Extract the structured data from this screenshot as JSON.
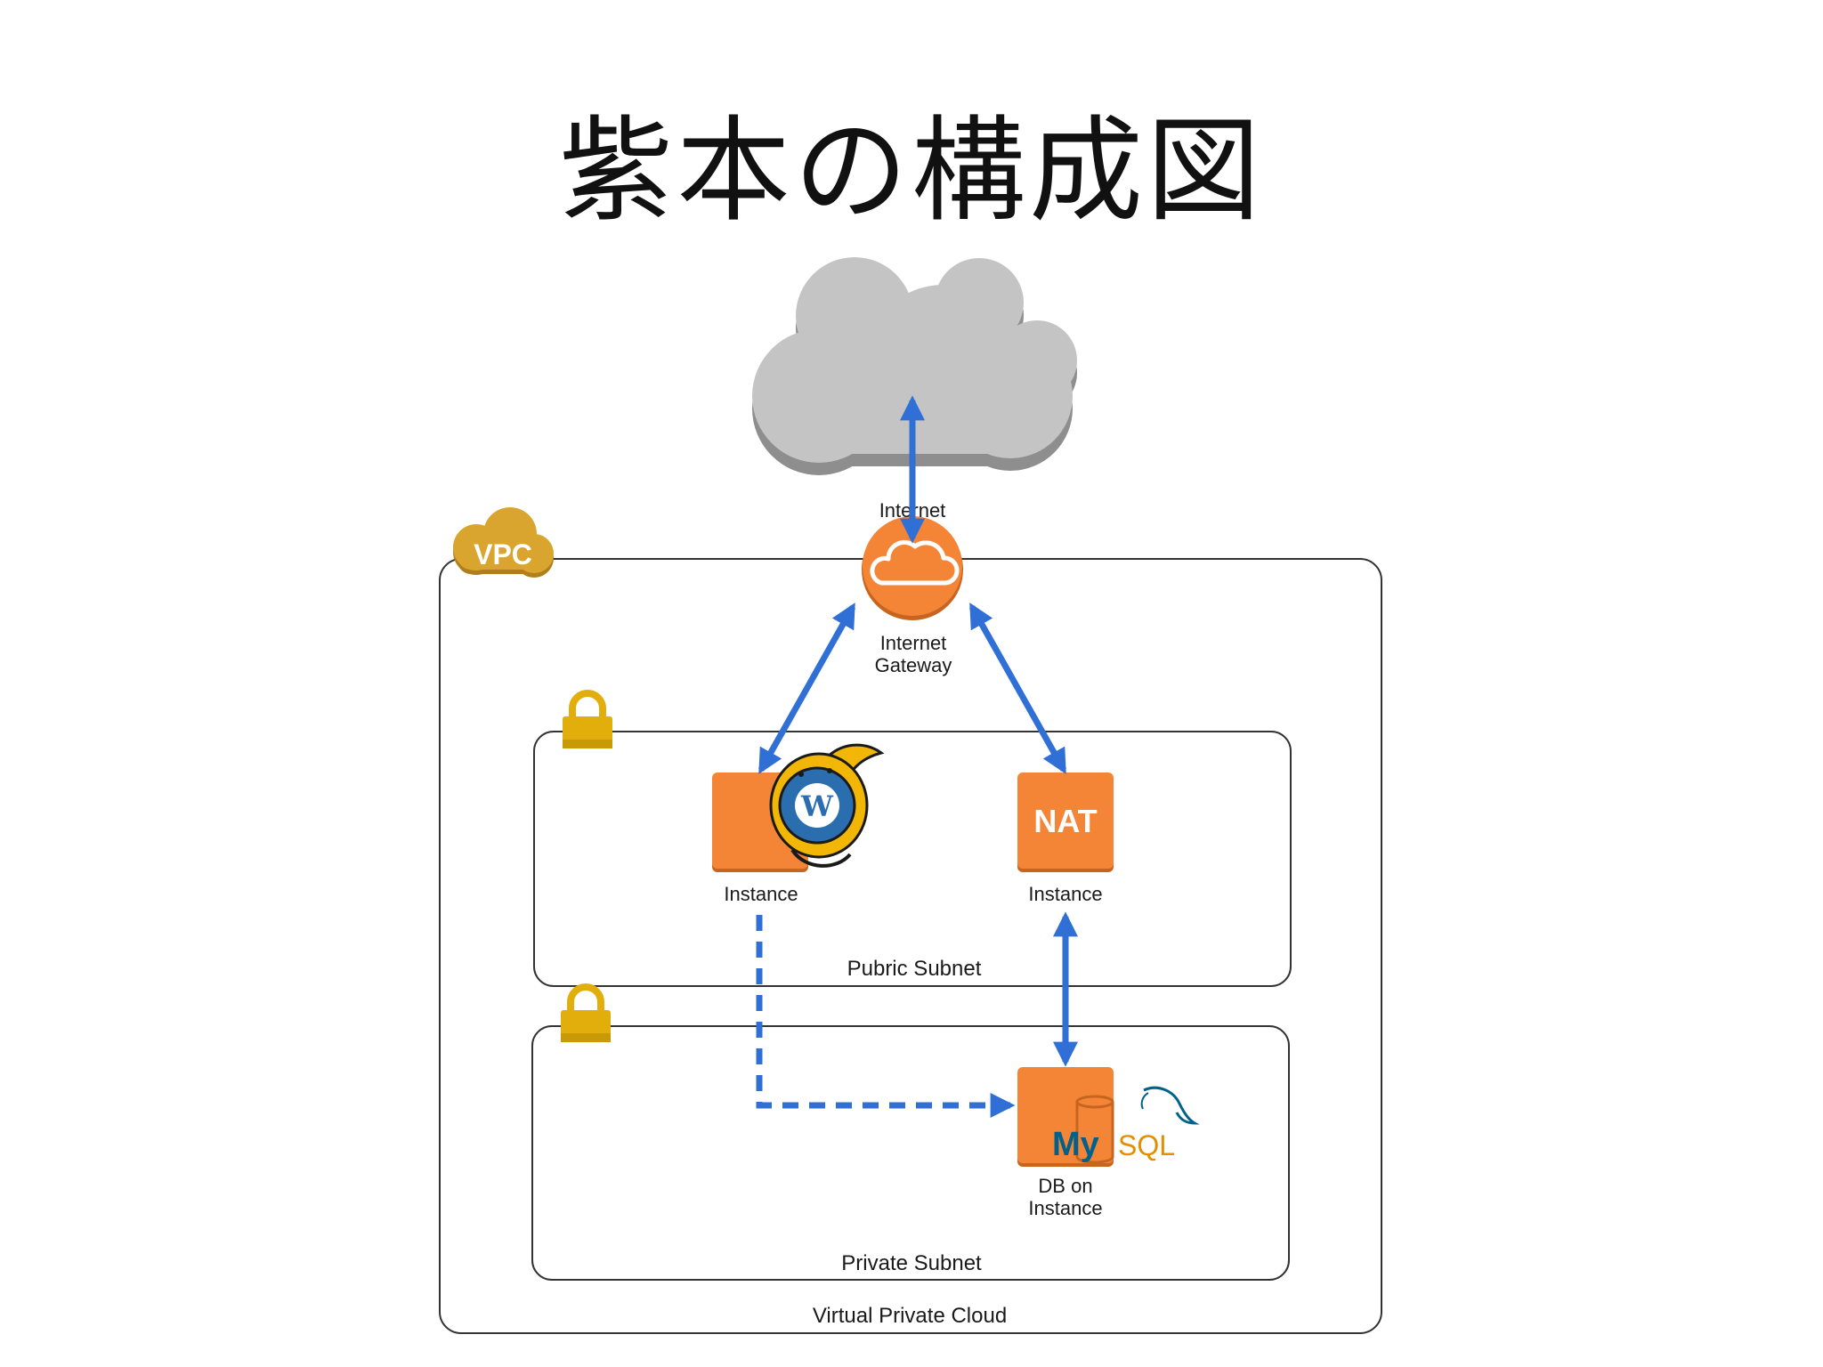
{
  "title": "紫本の構成図",
  "colors": {
    "aws_orange": "#F58536",
    "arrow_blue": "#2F6FD6",
    "vpc_gold": "#D9A52E",
    "lock_gold": "#E2AE0C",
    "cloud_gray": "#BDBDBD",
    "mysql_blue": "#00618A",
    "mysql_orange": "#E48E00"
  },
  "cloud": {
    "icon": "cloud-icon"
  },
  "internet_label": "Internet",
  "vpc": {
    "badge": "VPC",
    "label": "Virtual Private Cloud"
  },
  "gateway": {
    "icon": "internet-gateway-icon",
    "label_line1": "Internet",
    "label_line2": "Gateway"
  },
  "public_subnet": {
    "icon": "lock-icon",
    "label": "Pubric Subnet",
    "web_instance": {
      "icon": "wapuu-wordpress-icon",
      "wp_letter": "W",
      "label": "Instance"
    },
    "nat_instance": {
      "badge": "NAT",
      "label": "Instance"
    }
  },
  "private_subnet": {
    "icon": "lock-icon",
    "label": "Private Subnet",
    "db_instance": {
      "icon": "mysql-dolphin-icon",
      "logo_my": "My",
      "logo_sql": "SQL",
      "label_line1": "DB on",
      "label_line2": "Instance"
    }
  },
  "connections": [
    {
      "from": "cloud",
      "to": "internet-gateway",
      "style": "solid",
      "direction": "both"
    },
    {
      "from": "internet-gateway",
      "to": "web-instance",
      "style": "solid",
      "direction": "both"
    },
    {
      "from": "internet-gateway",
      "to": "nat-instance",
      "style": "solid",
      "direction": "both"
    },
    {
      "from": "nat-instance",
      "to": "db-instance",
      "style": "solid",
      "direction": "both"
    },
    {
      "from": "web-instance",
      "to": "db-instance",
      "style": "dashed",
      "direction": "forward"
    }
  ]
}
